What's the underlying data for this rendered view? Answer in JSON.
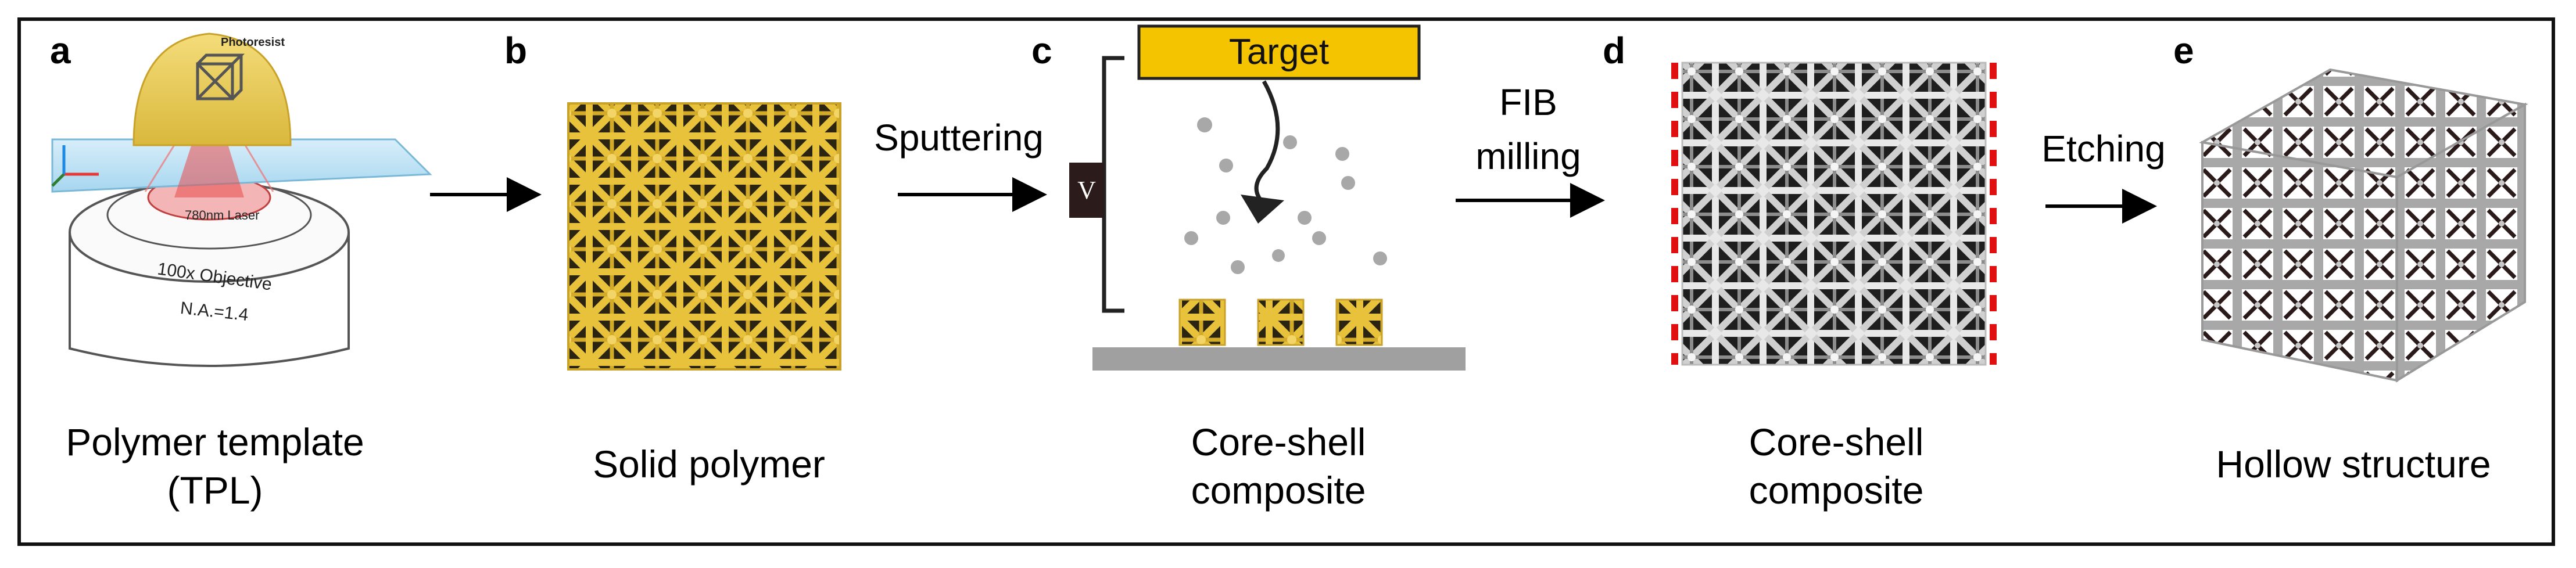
{
  "panels": {
    "a": {
      "letter": "a",
      "caption_line1": "Polymer template",
      "caption_line2": "(TPL)",
      "photoresist": "Photoresist",
      "laser": "780nm Laser",
      "objective": "100x Objective",
      "na": "N.A.=1.4"
    },
    "b": {
      "letter": "b",
      "caption": "Solid polymer"
    },
    "c": {
      "letter": "c",
      "target": "Target",
      "voltage": "V",
      "caption_line1": "Core-shell",
      "caption_line2": "composite"
    },
    "d": {
      "letter": "d",
      "caption_line1": "Core-shell",
      "caption_line2": "composite"
    },
    "e": {
      "letter": "e",
      "caption": "Hollow structure"
    }
  },
  "steps": {
    "sputtering": "Sputtering",
    "fib_line1": "FIB",
    "fib_line2": "milling",
    "etching": "Etching"
  },
  "colors": {
    "gold": "#E8C23A",
    "gold_dark": "#B8901A",
    "target_fill": "#F5C400",
    "substrate": "#A0A0A0",
    "particle": "#A8A8A8",
    "lattice_gray": "#9A9A9A",
    "mill_mark": "#E01010",
    "glass": "#BFE3F5",
    "laser": "#E84A4A"
  },
  "icons": [
    "arrow-right-icon",
    "lattice-icon",
    "sputter-chamber-icon",
    "objective-lens-icon"
  ]
}
